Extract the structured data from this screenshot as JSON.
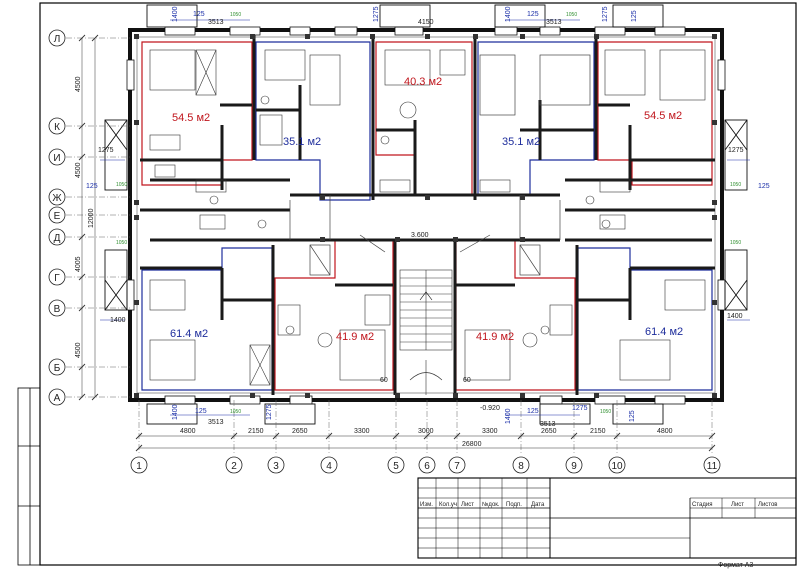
{
  "apartments": [
    {
      "id": "a1",
      "area": "54.5 м2",
      "color": "#c0161d"
    },
    {
      "id": "a2",
      "area": "35.1 м2",
      "color": "#1f2e9c"
    },
    {
      "id": "a3",
      "area": "40.3 м2",
      "color": "#c0161d"
    },
    {
      "id": "a4",
      "area": "35.1 м2",
      "color": "#1f2e9c"
    },
    {
      "id": "a5",
      "area": "54.5 м2",
      "color": "#c0161d"
    },
    {
      "id": "a6",
      "area": "61.4 м2",
      "color": "#1f2e9c"
    },
    {
      "id": "a7",
      "area": "41.9 м2",
      "color": "#c0161d"
    },
    {
      "id": "a8",
      "area": "41.9 м2",
      "color": "#c0161d"
    },
    {
      "id": "a9",
      "area": "61.4 м2",
      "color": "#1f2e9c"
    }
  ],
  "axes_numeric": [
    "1",
    "2",
    "3",
    "4",
    "5",
    "6",
    "7",
    "8",
    "9",
    "10",
    "11"
  ],
  "axes_letter": [
    "Л",
    "К",
    "И",
    "Ж",
    "Е",
    "Д",
    "Г",
    "В",
    "Б",
    "А"
  ],
  "dims_bottom": [
    "4800",
    "2150",
    "2650",
    "3300",
    "3000",
    "3300",
    "2650",
    "2150",
    "4800"
  ],
  "dim_total": "26800",
  "dims_left": [
    "4500",
    "4500",
    "1275",
    "12000",
    "4005",
    "4500"
  ],
  "dims_top": [
    "1400",
    "125",
    "3513",
    "1275",
    "4150",
    "1400",
    "125",
    "3513",
    "1275",
    "125"
  ],
  "dims_bottom_small": [
    "1400",
    "125",
    "3513",
    "1275",
    "1400",
    "125",
    "3513",
    "1275",
    "125"
  ],
  "dims_side": [
    "1275",
    "125",
    "1275",
    "125",
    "1400",
    "1400"
  ],
  "level": "-0.920",
  "stair_level": "3.600",
  "stair_small": [
    "60",
    "60"
  ],
  "green_marks": [
    "1050",
    "1050",
    "1050",
    "1050",
    "1050",
    "1050",
    "1050",
    "1050"
  ],
  "title_block": {
    "headers": [
      "Изм.",
      "Кол.уч",
      "Лист",
      "№док.",
      "Подп.",
      "Дата"
    ],
    "sheet_headers": [
      "Стадия",
      "Лист",
      "Листов"
    ]
  },
  "format_label": "Формат А3",
  "colors": {
    "red": "#c0161d",
    "blue": "#1f2e9c",
    "wall": "#1a1a1a",
    "dim": "#1b2fa8",
    "green": "#2f8f2f"
  }
}
